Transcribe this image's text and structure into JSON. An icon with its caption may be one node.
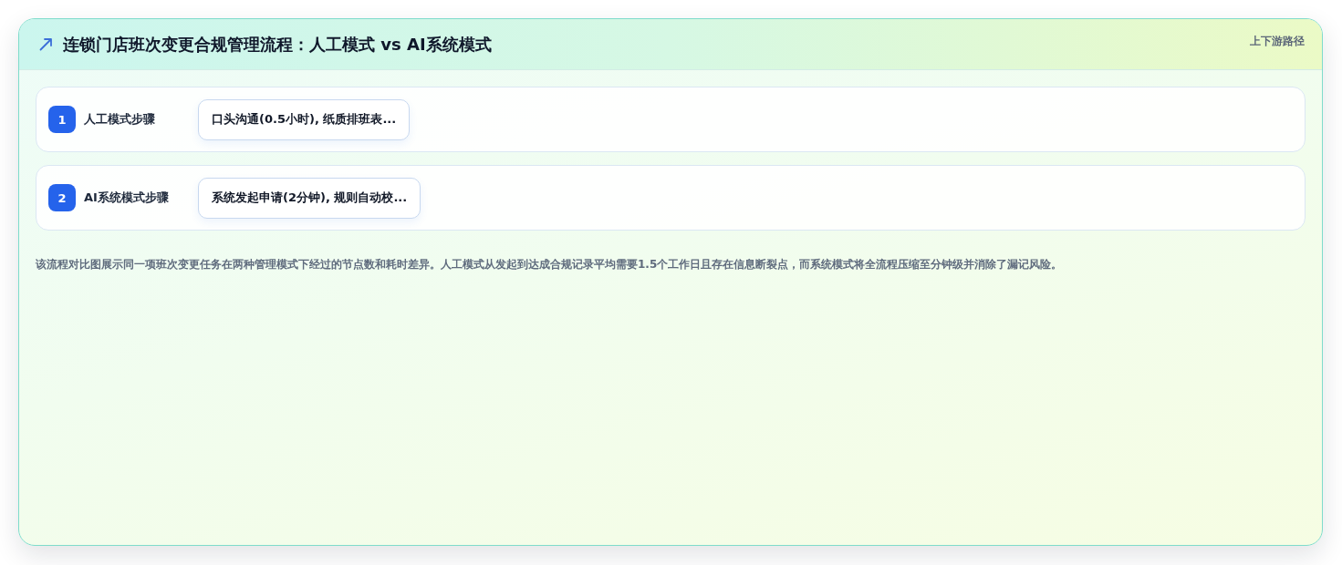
{
  "diagram": {
    "title": "连锁门店班次变更合规管理流程：人工模式 vs AI系统模式",
    "caption": "该流程对比图展示同一项班次变更任务在两种管理模式下经过的节点数和耗时差异。人工模式从发起到达成合规记录平均需要1.5个工作日且存在信息断裂点，而系统模式将全流程压缩至分钟级并消除了漏记风险。",
    "nodes": [
      {
        "text": [
          "人工模式步骤"
        ]
      },
      {
        "text": [
          "1"
        ],
        "in": 0
      },
      {
        "text": [
          "口头沟通(0.5小时), 纸质排班表..."
        ],
        "in": 0
      },
      {
        "text": [
          "AI系统模式步骤"
        ]
      },
      {
        "text": [
          "2"
        ],
        "in": 3
      },
      {
        "text": [
          "系统发起申请(2分钟), 规则自动校..."
        ],
        "in": 3
      }
    ],
    "labels": [
      "上下游路径"
    ]
  }
}
